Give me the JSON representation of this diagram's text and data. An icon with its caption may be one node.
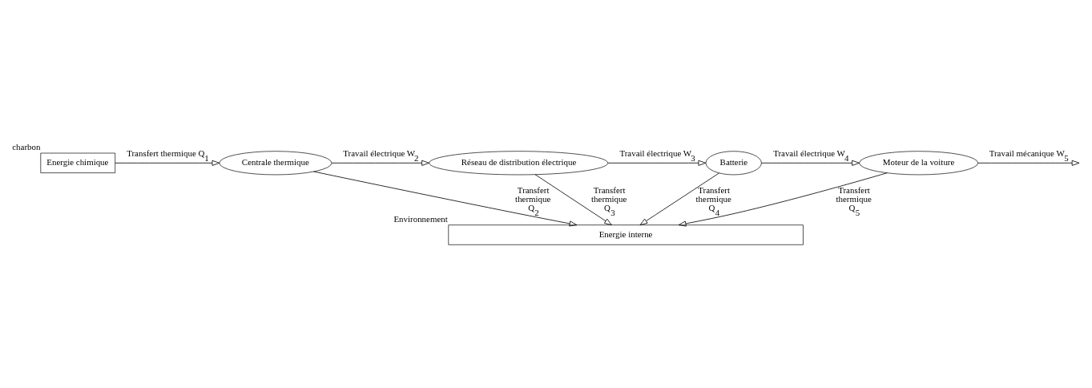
{
  "diagram": {
    "nodes": [
      {
        "text": [
          "Energie chimique"
        ],
        "beside": [
          "charbon"
        ]
      },
      {
        "text": [
          "Centrale thermique"
        ]
      },
      {
        "text": [
          "Réseau de distribution électrique"
        ]
      },
      {
        "text": [
          "Batterie"
        ]
      },
      {
        "text": [
          "Moteur de la voiture"
        ]
      },
      {
        "text": [
          "Energie interne"
        ],
        "beside": [
          "Environnement"
        ]
      }
    ],
    "edges": [
      {
        "from": 0,
        "to": 1,
        "arrow": "to",
        "label": "Transfert thermique Q$_{1}$"
      },
      {
        "from": 1,
        "to": 2,
        "arrow": "to",
        "label": "Travail électrique W$_{2}$"
      },
      {
        "from": 2,
        "to": 3,
        "arrow": "to",
        "label": "Travail électrique W$_{3}$"
      },
      {
        "from": 3,
        "to": 4,
        "arrow": "to",
        "label": "Travail électrique W$_{4}$"
      },
      {
        "from": 4,
        "to": null,
        "arrow": "to",
        "label": "Travail mécanique W$_{5}$"
      },
      {
        "from": 1,
        "to": 5,
        "arrow": "to",
        "label": "Transfert thermique Q$_{2}$"
      },
      {
        "from": 2,
        "to": 5,
        "arrow": "to",
        "label": "Transfert thermique Q$_{3}$"
      },
      {
        "from": 3,
        "to": 5,
        "arrow": "to",
        "label": "Transfert thermique Q$_{4}$"
      },
      {
        "from": 4,
        "to": 5,
        "arrow": "to",
        "label": "Transfert thermique Q$_{5}$"
      }
    ]
  }
}
